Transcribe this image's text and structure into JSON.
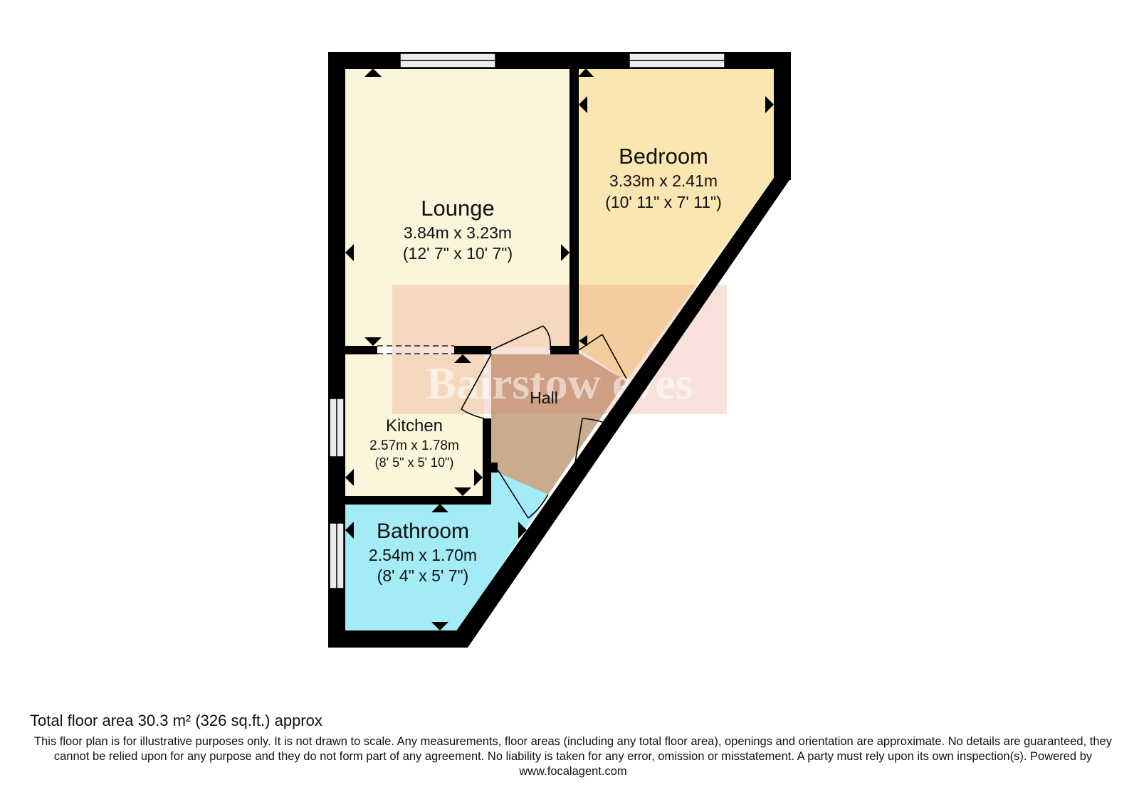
{
  "rooms": {
    "lounge": {
      "name": "Lounge",
      "metric": "3.84m x 3.23m",
      "imperial": "(12' 7\" x 10' 7\")",
      "color": "#fbf5dc"
    },
    "bedroom": {
      "name": "Bedroom",
      "metric": "3.33m x 2.41m",
      "imperial": "(10' 11\" x 7' 11\")",
      "color": "#f9e6b0"
    },
    "kitchen": {
      "name": "Kitchen",
      "metric": "2.57m x 1.78m",
      "imperial": "(8' 5\" x 5' 10\")",
      "color": "#fbf5dc"
    },
    "bathroom": {
      "name": "Bathroom",
      "metric": "2.54m x 1.70m",
      "imperial": "(8' 4\" x 5' 7\")",
      "color": "#a3ecf7"
    },
    "hall": {
      "name": "Hall",
      "color": "#c9ab8e"
    }
  },
  "watermark": {
    "text": "Bairstow eves"
  },
  "footer": {
    "total_area": "Total floor area 30.3 m² (326 sq.ft.) approx",
    "disclaimer": "This floor plan is for illustrative purposes only. It is not drawn to scale. Any measurements, floor areas (including any total floor area), openings and orientation are approximate. No details are guaranteed, they cannot be relied upon for any purpose and they do not form part of any agreement. No liability is taken for any error, omission or misstatement. A party must rely upon its own inspection(s). Powered by www.focalagent.com"
  },
  "colors": {
    "wall": "#000000",
    "window": "#e8e8e8",
    "watermark_bg": "#e0765a"
  }
}
